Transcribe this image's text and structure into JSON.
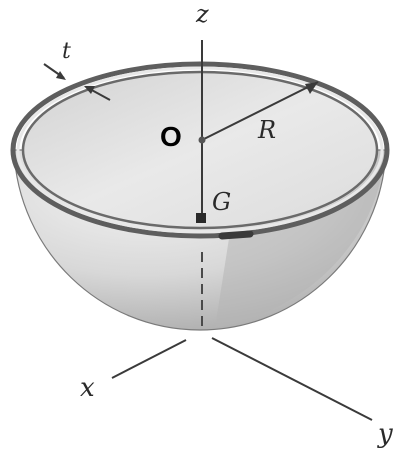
{
  "labels": {
    "z": "z",
    "x": "x",
    "y": "y",
    "t": "t",
    "R": "R",
    "O": "O",
    "G": "G"
  },
  "colors": {
    "shell_outer": "#d9d9d9",
    "shell_shadow": "#9a9a9a",
    "rim": "#5e5e5e",
    "inner_surface": "#e4e4e4",
    "line": "#3a3a3a"
  }
}
